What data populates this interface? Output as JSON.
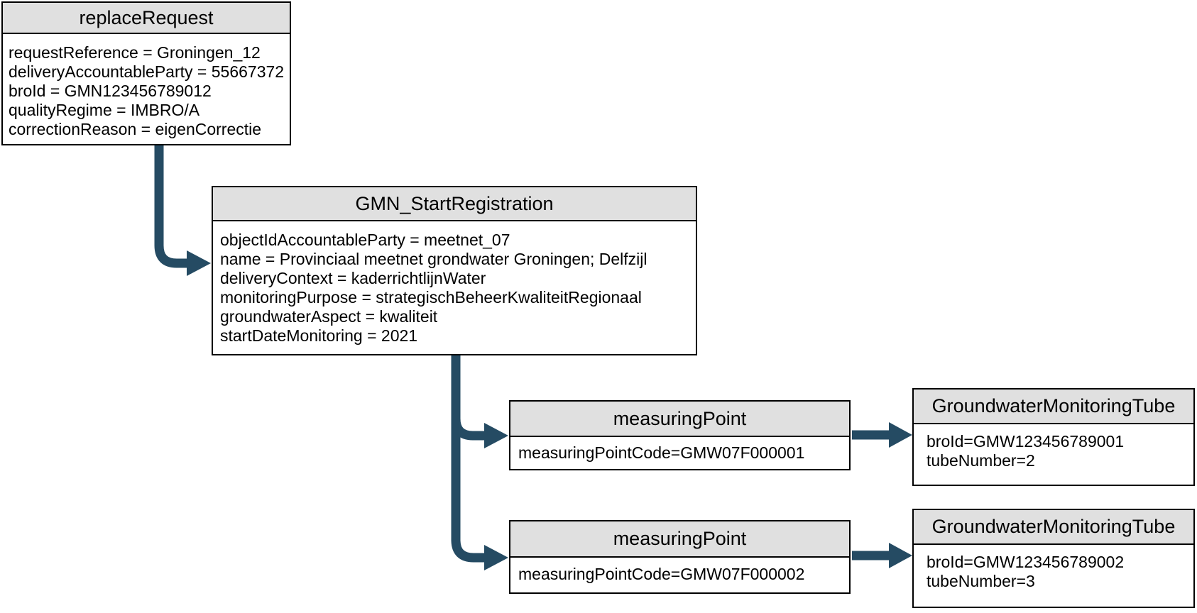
{
  "colors": {
    "connector": "#254B63",
    "header_bg": "#E0E0E0",
    "border": "#000000",
    "text": "#000000",
    "bg": "#FFFFFF"
  },
  "nodes": {
    "replace_request": {
      "title": "replaceRequest",
      "attributes": [
        "requestReference = Groningen_12",
        "deliveryAccountableParty = 55667372",
        "broId = GMN123456789012",
        "qualityRegime = IMBRO/A",
        "correctionReason = eigenCorrectie"
      ]
    },
    "gmn_start_registration": {
      "title": "GMN_StartRegistration",
      "attributes": [
        "objectIdAccountableParty = meetnet_07",
        "name = Provinciaal meetnet grondwater Groningen; Delfzijl",
        "deliveryContext = kaderrichtlijnWater",
        "monitoringPurpose = strategischBeheerKwaliteitRegionaal",
        "groundwaterAspect = kwaliteit",
        "startDateMonitoring = 2021"
      ]
    },
    "measuring_point_1": {
      "title": "measuringPoint",
      "attributes": [
        "measuringPointCode=GMW07F000001"
      ]
    },
    "measuring_point_2": {
      "title": "measuringPoint",
      "attributes": [
        "measuringPointCode=GMW07F000002"
      ]
    },
    "tube_1": {
      "title": "GroundwaterMonitoringTube",
      "attributes": [
        "broId=GMW123456789001",
        "tubeNumber=2"
      ]
    },
    "tube_2": {
      "title": "GroundwaterMonitoringTube",
      "attributes": [
        "broId=GMW123456789002",
        "tubeNumber=3"
      ]
    }
  }
}
